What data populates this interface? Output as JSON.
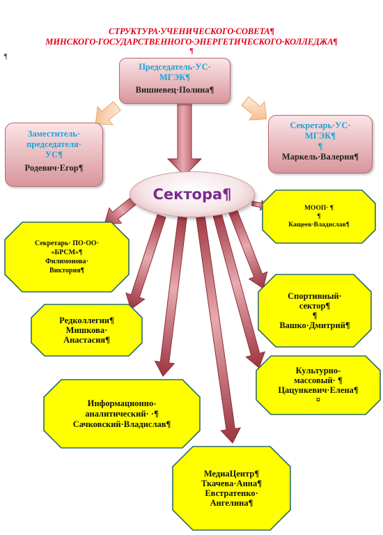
{
  "title": {
    "line1": "СТРУКТУРА·УЧЕНИЧЕСКОГО·СОВЕТА¶",
    "line2": "МИНСКОГО·ГОСУДАРСТВЕННОГО·ЭНЕРГЕТИЧЕСКОГО·КОЛЛЕДЖА¶",
    "line3": "¶"
  },
  "stray_mark": "¶",
  "chairman": {
    "role_line1": "Председатель·УС·",
    "role_line2": "МГЭК¶",
    "name": "Вишневец·Полина¶"
  },
  "deputy": {
    "role_line1": "Заместитель·",
    "role_line2": "председателя·",
    "role_line3": "УС¶",
    "name": "Родевич·Егор¶"
  },
  "secretary": {
    "role_line1": "Секретарь·УС·",
    "role_line2": "МГЭК¶",
    "role_line3": "¶",
    "name": "Маркель·Валерия¶"
  },
  "center": {
    "label": "Сектора¶"
  },
  "sectors": [
    {
      "lines": [
        "МООП· ¶",
        "¶",
        "Кащеев·Владислав¶"
      ]
    },
    {
      "lines": [
        "Секретарь· ПО·ОО·",
        "«БРСМ»¶",
        "Филимонова·",
        "Виктория¶"
      ]
    },
    {
      "lines": [
        "Спортивный·",
        "сектор¶",
        "¶",
        "Вашко·Дмитрий¶"
      ]
    },
    {
      "lines": [
        "Редколлегии¶",
        "Мишкова·",
        "Анастасия¶"
      ]
    },
    {
      "lines": [
        "Культурно-",
        "массовый· ¶",
        "Цацункевич·Елена¶",
        "¤"
      ]
    },
    {
      "lines": [
        "Информационно-",
        "аналитический· ·¶",
        "Сачковский·Владислав¶"
      ]
    },
    {
      "lines": [
        "МедиаЦентр¶",
        "Ткачева·Анна¶",
        "Евстратенко·",
        "Ангелина¶"
      ]
    }
  ]
}
